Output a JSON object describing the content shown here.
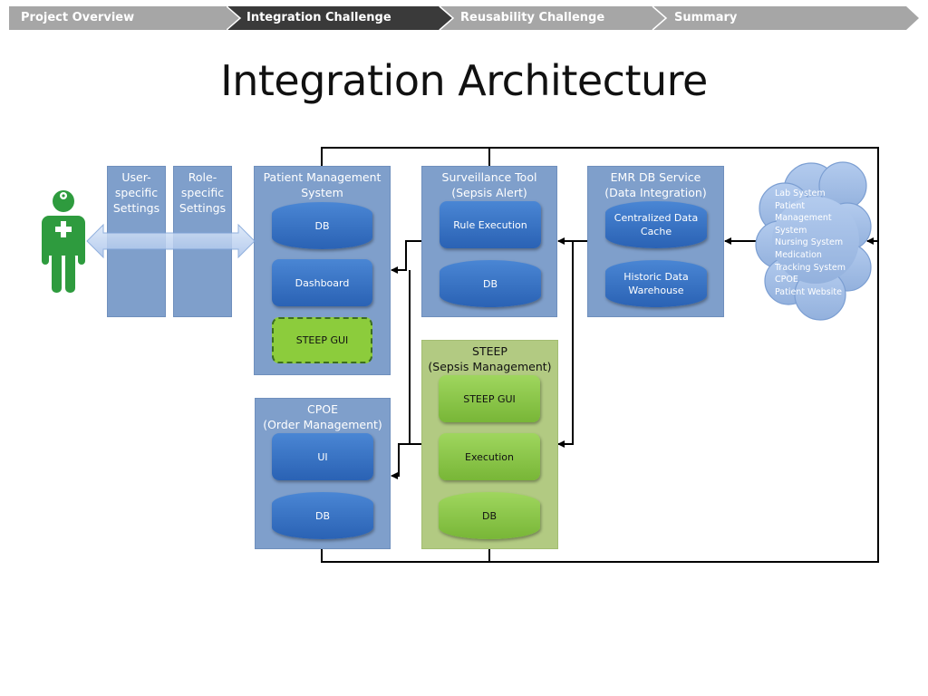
{
  "nav": {
    "steps": [
      {
        "label": "Project Overview",
        "active": false
      },
      {
        "label": "Integration Challenge",
        "active": true
      },
      {
        "label": "Reusability Challenge",
        "active": false
      },
      {
        "label": "Summary",
        "active": false
      }
    ]
  },
  "title": "Integration Architecture",
  "diagram": {
    "settings": {
      "user": [
        "User-",
        "specific",
        "Settings"
      ],
      "role": [
        "Role-",
        "specific",
        "Settings"
      ]
    },
    "pms": {
      "title": [
        "Patient Management",
        "System"
      ],
      "db": "DB",
      "dashboard": "Dashboard",
      "steep_gui": "STEEP GUI"
    },
    "surveillance": {
      "title": [
        "Surveillance Tool",
        "(Sepsis Alert)"
      ],
      "rule_execution": "Rule Execution",
      "db": "DB"
    },
    "emr": {
      "title": [
        "EMR DB Service",
        "(Data Integration)"
      ],
      "cache": [
        "Centralized Data",
        "Cache"
      ],
      "warehouse": [
        "Historic Data",
        "Warehouse"
      ]
    },
    "cpoe": {
      "title": [
        "CPOE",
        "(Order Management)"
      ],
      "ui": "UI",
      "db": "DB"
    },
    "steep": {
      "title": [
        "STEEP",
        "(Sepsis Management)"
      ],
      "gui": "STEEP GUI",
      "execution": "Execution",
      "db": "DB"
    },
    "sources": [
      "Lab System",
      "Patient",
      "Management",
      "System",
      "Nursing System",
      "Medication",
      "Tracking System",
      "CPOE",
      "Patient Website"
    ]
  },
  "colors": {
    "nav_active": "#3a3a3a",
    "nav_inactive": "#a6a6a6",
    "box_blue": "#7f9fcb",
    "box_green": "#b2ca82",
    "pill_blue": "#2f6fc0",
    "pill_green": "#8ccc3c",
    "figure_green": "#2e9b3e",
    "cloud": "#a3bde3"
  },
  "icons": {
    "user": "doctor-figure-icon",
    "sources": "cloud-icon"
  }
}
